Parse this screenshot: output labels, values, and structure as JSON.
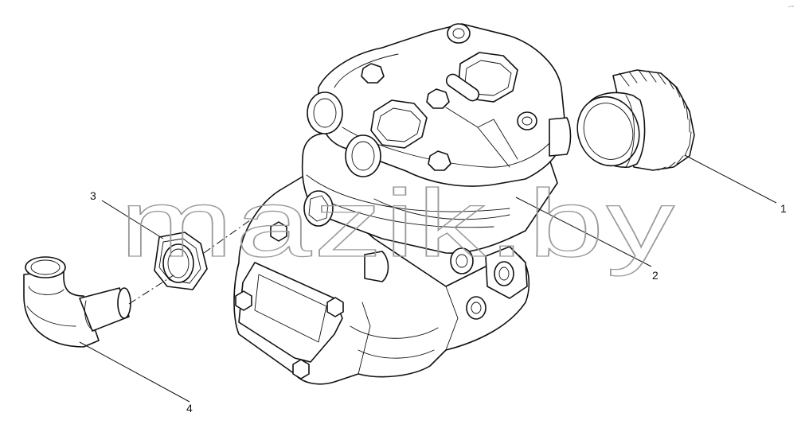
{
  "watermark": "mazik.by",
  "corner_mark": "⌐=",
  "callouts": [
    {
      "id": "1",
      "label": "1"
    },
    {
      "id": "2",
      "label": "2"
    },
    {
      "id": "3",
      "label": "3"
    },
    {
      "id": "4",
      "label": "4"
    }
  ]
}
